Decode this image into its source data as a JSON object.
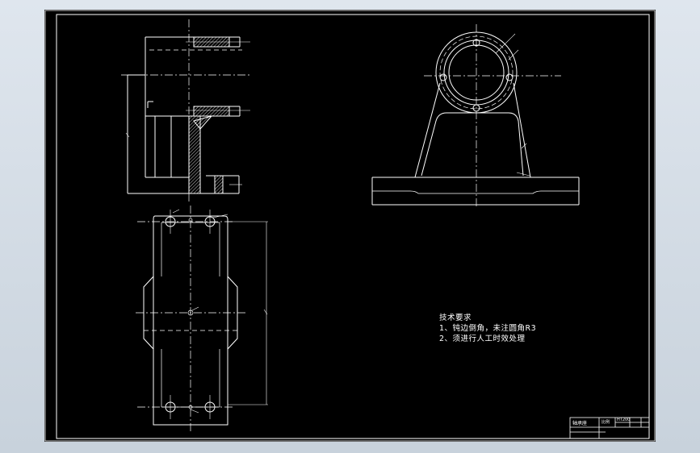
{
  "colors": {
    "background": "#000000",
    "line": "#ffffff",
    "frame_surround": "#d4dde6"
  },
  "technical_requirements": {
    "title": "技术要求",
    "items": [
      "1、钝边倒角，未注圆角R3",
      "2、须进行人工时效处理"
    ]
  },
  "title_block": {
    "drawing_name": "轴承座",
    "material": "HT200",
    "small_label": "比例"
  }
}
